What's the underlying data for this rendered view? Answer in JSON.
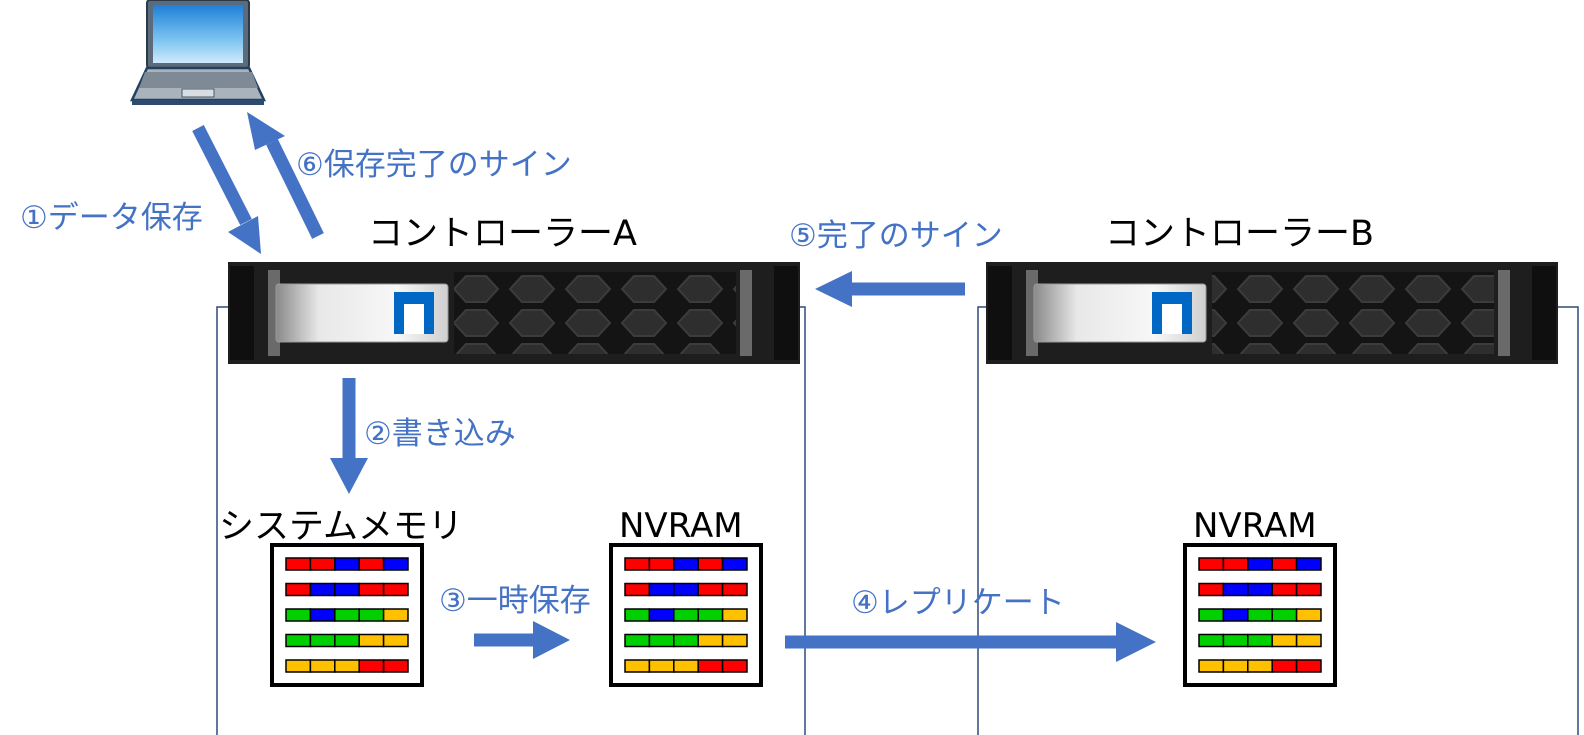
{
  "labels": {
    "step1": "①データ保存",
    "step6": "⑥保存完了のサイン",
    "step2": "②書き込み",
    "step3": "③一時保存",
    "step4": "④レプリケート",
    "step5": "⑤完了のサイン",
    "controller_a": "コントローラーA",
    "controller_b": "コントローラーB",
    "system_memory": "システムメモリ",
    "nvram_a": "NVRAM",
    "nvram_b": "NVRAM"
  },
  "colors": {
    "arrow": "#4472C4",
    "label": "#4472C4",
    "box_border": "#2F4A7A",
    "chassis": "#1E1E1E",
    "logo": "#0067C5",
    "mem_red": "#FF0000",
    "mem_blue": "#0000FF",
    "mem_green": "#00D000",
    "mem_yellow": "#FFC000"
  },
  "icons": {
    "client": "laptop-icon",
    "controller": "storage-controller-icon",
    "brand": "netapp-logo-icon",
    "memory": "memory-module-icon"
  },
  "memory_modules": {
    "system_memory": [
      [
        "red",
        "red",
        "blue",
        "red",
        "blue"
      ],
      [
        "red",
        "blue",
        "blue",
        "red",
        "red"
      ],
      [
        "green",
        "blue",
        "green",
        "green",
        "yellow"
      ],
      [
        "green",
        "green",
        "green",
        "yellow",
        "yellow"
      ],
      [
        "yellow",
        "yellow",
        "yellow",
        "red",
        "red"
      ]
    ],
    "nvram_a": [
      [
        "red",
        "red",
        "blue",
        "red",
        "blue"
      ],
      [
        "red",
        "blue",
        "blue",
        "red",
        "red"
      ],
      [
        "green",
        "blue",
        "green",
        "green",
        "yellow"
      ],
      [
        "green",
        "green",
        "green",
        "yellow",
        "yellow"
      ],
      [
        "yellow",
        "yellow",
        "yellow",
        "red",
        "red"
      ]
    ],
    "nvram_b": [
      [
        "red",
        "red",
        "blue",
        "red",
        "blue"
      ],
      [
        "red",
        "blue",
        "blue",
        "red",
        "red"
      ],
      [
        "green",
        "blue",
        "green",
        "green",
        "yellow"
      ],
      [
        "green",
        "green",
        "green",
        "yellow",
        "yellow"
      ],
      [
        "yellow",
        "yellow",
        "yellow",
        "red",
        "red"
      ]
    ]
  }
}
